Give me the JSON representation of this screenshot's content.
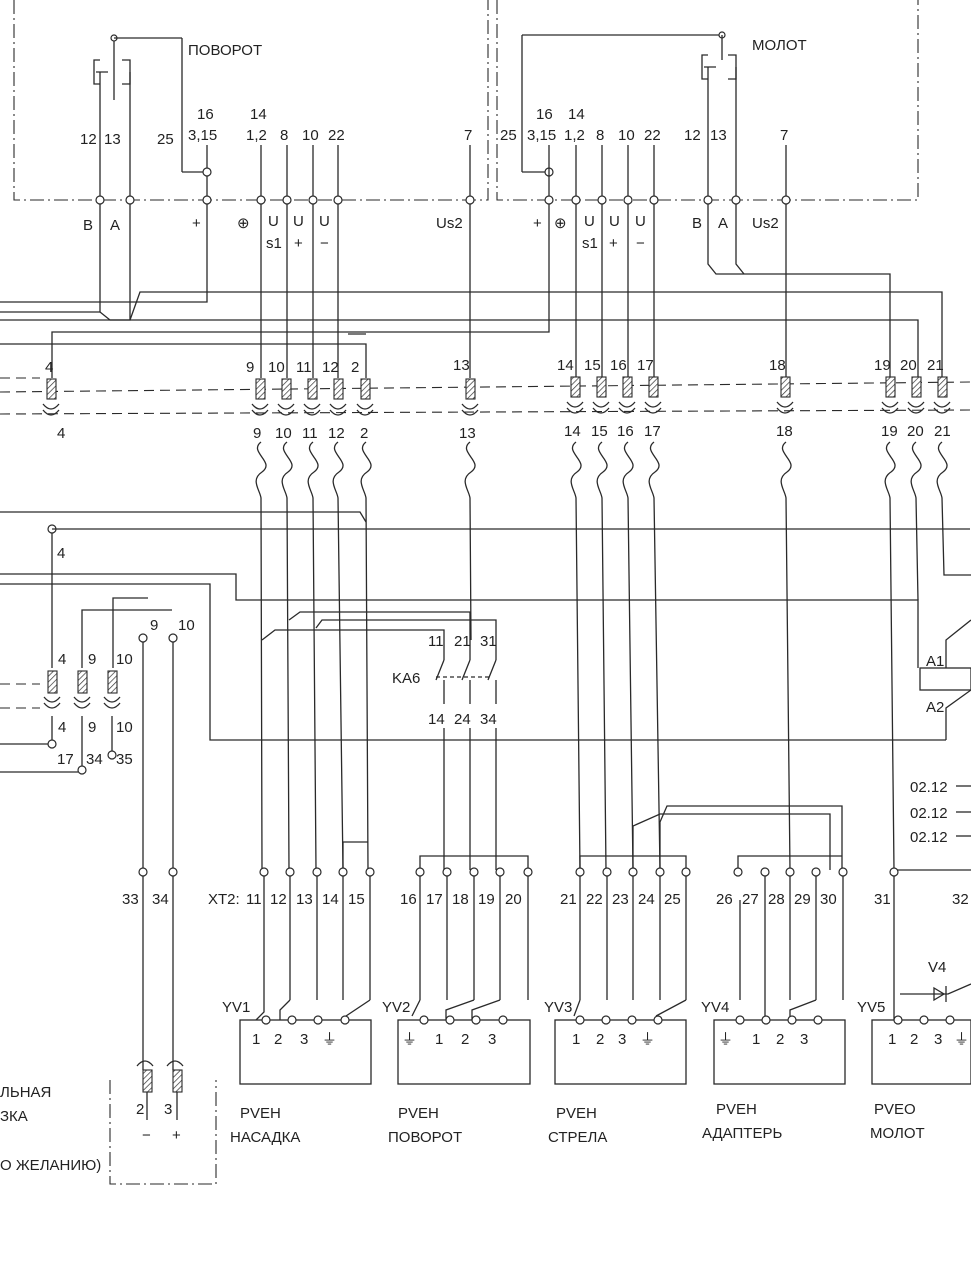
{
  "top_left_block": {
    "title": "ПОВОРОТ",
    "pin_labels": [
      "12",
      "13",
      "25",
      "16",
      "3,15",
      "14",
      "1,2",
      "8",
      "10",
      "22"
    ],
    "signal_labels": [
      "B",
      "A",
      "+",
      "⊕",
      "U",
      "s1",
      "U",
      "+",
      "U",
      "−"
    ]
  },
  "top_right_block": {
    "title": "МОЛОТ",
    "pin_labels": [
      "25",
      "16",
      "3,15",
      "14",
      "1,2",
      "8",
      "10",
      "22",
      "12",
      "13",
      "7"
    ],
    "signal_labels": [
      "+",
      "⊕",
      "U",
      "s1",
      "U",
      "+",
      "U",
      "−",
      "B",
      "A",
      "Us2"
    ]
  },
  "middle_signals": {
    "pin7": "7",
    "us2": "Us2"
  },
  "cable_terminals": {
    "left": [
      "4"
    ],
    "top_numbers": [
      "9",
      "10",
      "11",
      "12",
      "2",
      "13",
      "14",
      "15",
      "16",
      "17",
      "18",
      "19",
      "20",
      "21"
    ],
    "bottom_numbers": [
      "9",
      "10",
      "11",
      "12",
      "2",
      "13",
      "14",
      "15",
      "16",
      "17",
      "18",
      "19",
      "20",
      "21"
    ],
    "left_bottom": "4"
  },
  "relay_block": {
    "left_4": "4",
    "top_labels": [
      "9",
      "10"
    ],
    "terms": [
      "4",
      "9",
      "10"
    ],
    "terms_bottom": [
      "4",
      "9",
      "10"
    ],
    "bottom_labels": [
      "17",
      "34",
      "35"
    ],
    "ka6": "KA6",
    "ka6_top": [
      "11",
      "21",
      "31"
    ],
    "ka6_bottom": [
      "14",
      "24",
      "34"
    ],
    "coil": [
      "A1",
      "A2"
    ]
  },
  "right_refs": [
    "02.12",
    "02.12",
    "02.12"
  ],
  "xt2": {
    "prefix": "XT2:",
    "numbers": [
      "11",
      "12",
      "13",
      "14",
      "15",
      "16",
      "17",
      "18",
      "19",
      "20",
      "21",
      "22",
      "23",
      "24",
      "25",
      "26",
      "27",
      "28",
      "29",
      "30",
      "31",
      "32"
    ],
    "left": [
      "33",
      "34"
    ]
  },
  "valves": [
    {
      "id": "YV1",
      "pins": [
        "1",
        "2",
        "3",
        "⏚"
      ],
      "type": "PVEH",
      "name": "НАСАДКА"
    },
    {
      "id": "YV2",
      "pins": [
        "⏚",
        "1",
        "2",
        "3"
      ],
      "type": "PVEH",
      "name": "ПОВОРОТ"
    },
    {
      "id": "YV3",
      "pins": [
        "1",
        "2",
        "3",
        "⏚"
      ],
      "type": "PVEH",
      "name": "СТРЕЛА"
    },
    {
      "id": "YV4",
      "pins": [
        "⏚",
        "1",
        "2",
        "3"
      ],
      "type": "PVEH",
      "name": "АДАПТЕРЬ"
    },
    {
      "id": "YV5",
      "pins": [
        "1",
        "2",
        "3",
        "⏚"
      ],
      "type": "PVEO",
      "name": "МОЛОТ"
    }
  ],
  "diode": "V4",
  "bottom_left": {
    "line1": "ЛЬНАЯ",
    "line2": "ЗКА",
    "line3": "О ЖЕЛАНИЮ)",
    "terms": [
      "2",
      "3"
    ],
    "polarity": [
      "−",
      "+"
    ]
  }
}
